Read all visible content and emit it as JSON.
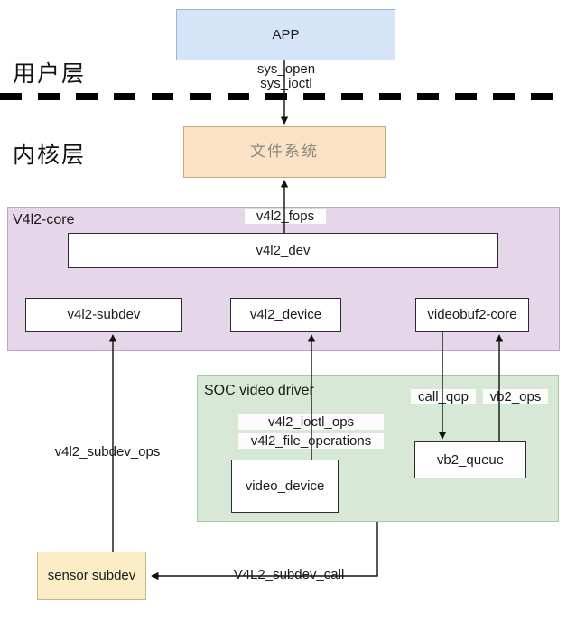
{
  "diagram": {
    "title": "V4L2 architecture layering diagram",
    "layers": [
      {
        "id": "user",
        "label": "用户层"
      },
      {
        "id": "kernel",
        "label": "内核层"
      }
    ],
    "boxes": {
      "app": {
        "label": "APP",
        "color": "#d6e4f7"
      },
      "filesystem": {
        "label": "文件系统",
        "color": "#fbe2c6"
      },
      "v4l2_dev": {
        "label": "v4l2_dev",
        "color": "#ffffff"
      },
      "v4l2_subdev": {
        "label": "v4l2-subdev",
        "color": "#ffffff"
      },
      "v4l2_device": {
        "label": "v4l2_device",
        "color": "#ffffff"
      },
      "videobuf2_core": {
        "label": "videobuf2-core",
        "color": "#ffffff"
      },
      "video_device": {
        "label": "video_device",
        "color": "#ffffff"
      },
      "vb2_queue": {
        "label": "vb2_queue",
        "color": "#ffffff"
      },
      "sensor_subdev": {
        "label": "sensor subdev",
        "color": "#fbeec6"
      }
    },
    "regions": {
      "v4l2_core": {
        "label": "V4l2-core",
        "color": "#e6d6ea"
      },
      "soc_video_driver": {
        "label": "SOC video driver",
        "color": "#d7e9d6"
      }
    },
    "edge_labels": {
      "sys_open": "sys_open",
      "sys_ioctl": "sys_ioctl",
      "v4l2_fops": "v4l2_fops",
      "v4l2_ioctl_ops": "v4l2_ioctl_ops",
      "v4l2_file_operations": "v4l2_file_operations",
      "call_qop": "call_qop",
      "vb2_ops": "vb2_ops",
      "v4l2_subdev_ops": "v4l2_subdev_ops",
      "v4l2_subdev_call": "V4L2_subdev_call"
    }
  }
}
